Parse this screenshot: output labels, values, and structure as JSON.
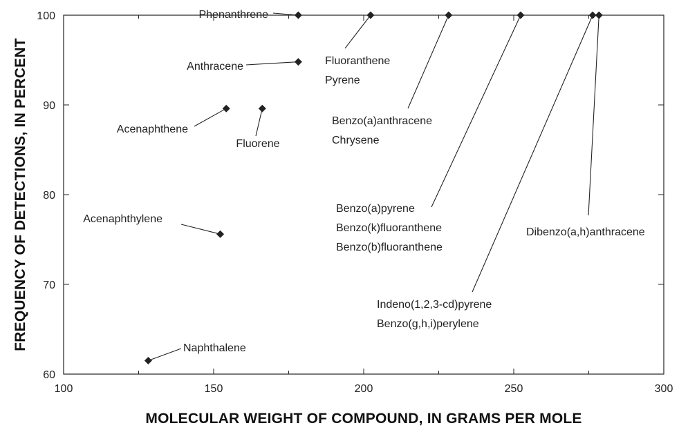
{
  "chart_data": {
    "type": "scatter",
    "xlabel": "MOLECULAR WEIGHT OF COMPOUND, IN GRAMS PER MOLE",
    "ylabel": "FREQUENCY OF DETECTIONS, IN PERCENT",
    "xlim": [
      100,
      300
    ],
    "ylim": [
      60,
      100
    ],
    "xticks": [
      100,
      150,
      200,
      250,
      300
    ],
    "yticks": [
      60,
      70,
      80,
      90,
      100
    ],
    "grid": false,
    "points": [
      {
        "x": 128.2,
        "y": 61.5
      },
      {
        "x": 152.2,
        "y": 75.6
      },
      {
        "x": 154.2,
        "y": 89.6
      },
      {
        "x": 166.2,
        "y": 89.6
      },
      {
        "x": 178.2,
        "y": 94.8
      },
      {
        "x": 178.2,
        "y": 100
      },
      {
        "x": 202.3,
        "y": 100
      },
      {
        "x": 228.3,
        "y": 100
      },
      {
        "x": 252.3,
        "y": 100
      },
      {
        "x": 276.3,
        "y": 100
      },
      {
        "x": 278.4,
        "y": 100
      }
    ],
    "annotations": [
      {
        "lines": [
          "Naphthalene"
        ],
        "point": 0
      },
      {
        "lines": [
          "Acenaphthylene"
        ],
        "point": 1
      },
      {
        "lines": [
          "Acenaphthene"
        ],
        "point": 2
      },
      {
        "lines": [
          "Fluorene"
        ],
        "point": 3
      },
      {
        "lines": [
          "Anthracene"
        ],
        "point": 4
      },
      {
        "lines": [
          "Phenanthrene"
        ],
        "point": 5
      },
      {
        "lines": [
          "Fluoranthene",
          "Pyrene"
        ],
        "point": 6
      },
      {
        "lines": [
          "Benzo(a)anthracene",
          "Chrysene"
        ],
        "point": 7
      },
      {
        "lines": [
          "Benzo(a)pyrene",
          "Benzo(k)fluoranthene",
          "Benzo(b)fluoranthene"
        ],
        "point": 8
      },
      {
        "lines": [
          "Indeno(1,2,3-cd)pyrene",
          "Benzo(g,h,i)perylene"
        ],
        "point": 9
      },
      {
        "lines": [
          "Dibenzo(a,h)anthracene"
        ],
        "point": 10
      }
    ]
  }
}
